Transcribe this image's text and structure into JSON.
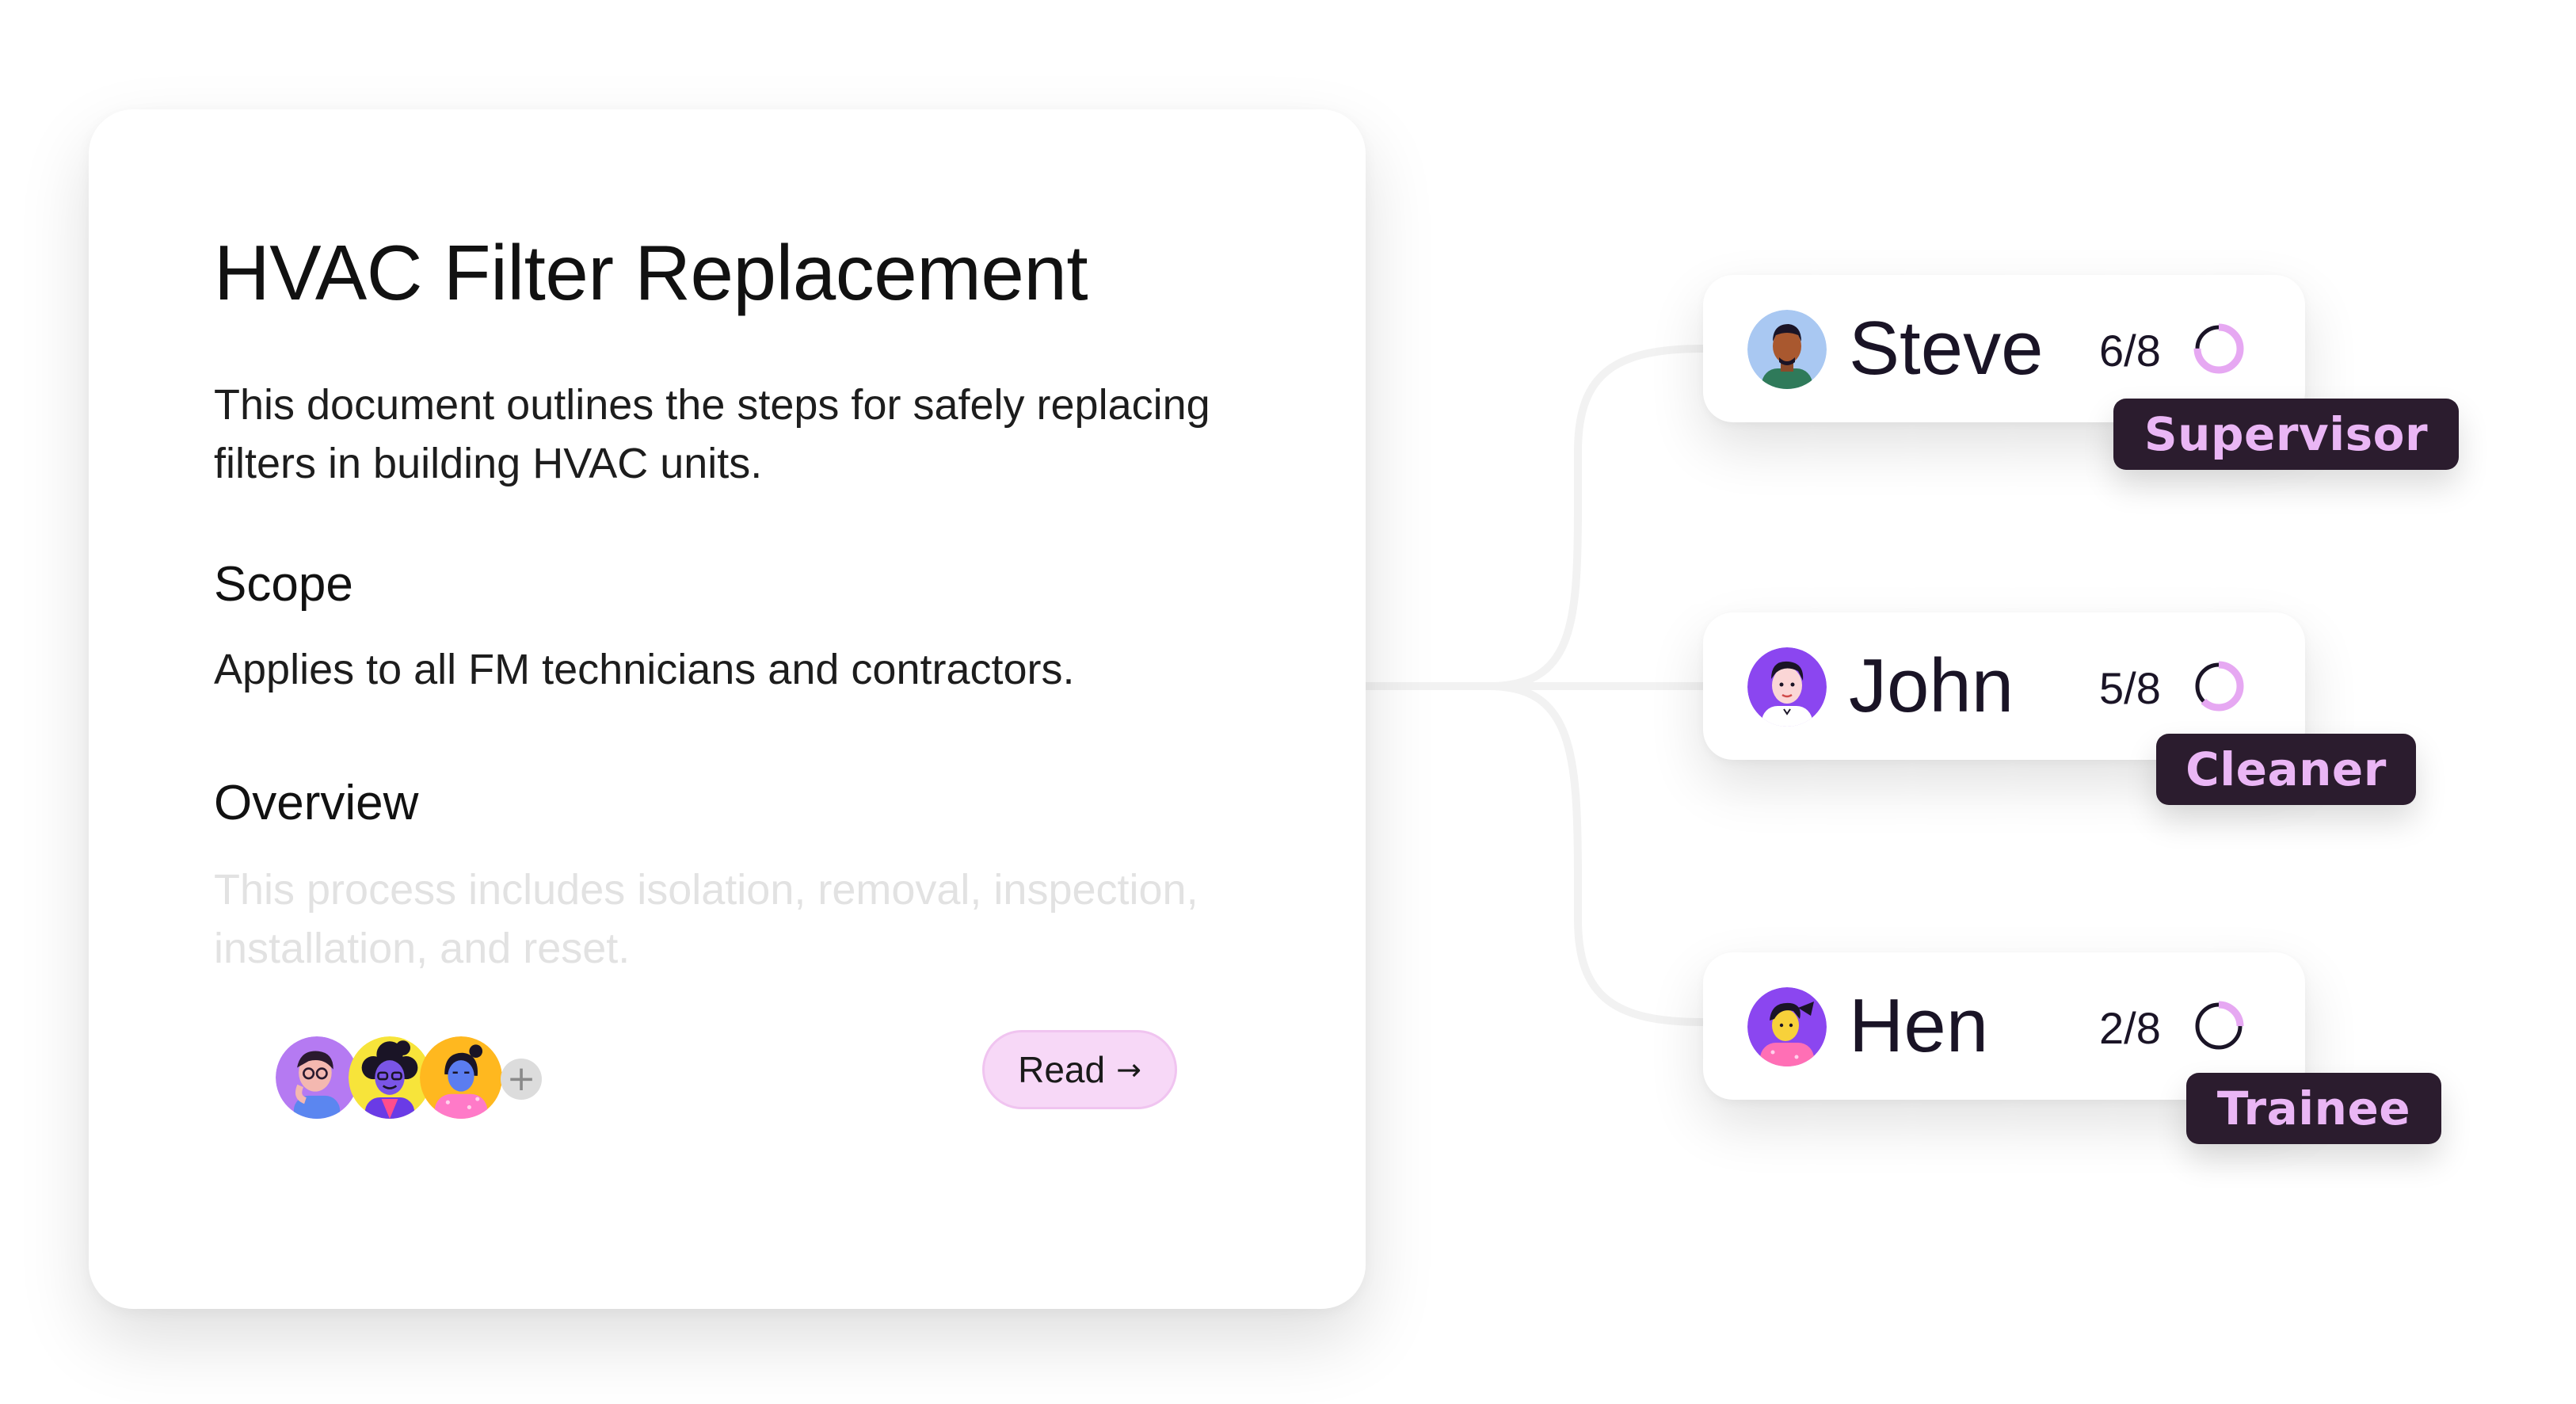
{
  "document": {
    "title": "HVAC Filter Replacement",
    "intro": "This document outlines the steps for safely replacing filters in building HVAC units.",
    "scope_heading": "Scope",
    "scope_text": "Applies to all FM technicians and contractors.",
    "overview_heading": "Overview",
    "overview_text": "This process includes isolation, removal, inspection, installation, and reset.",
    "avatars_more": "+",
    "read_button": {
      "label": "Read",
      "icon": "→"
    }
  },
  "assignees": [
    {
      "name": "Steve",
      "progress_label": "6/8",
      "progress": 0.75,
      "role": "Supervisor",
      "avatar_icon": "man-avatar-green-shirt"
    },
    {
      "name": "John",
      "progress_label": "5/8",
      "progress": 0.625,
      "role": "Cleaner",
      "avatar_icon": "man-avatar-purple-bg"
    },
    {
      "name": "Hen",
      "progress_label": "2/8",
      "progress": 0.25,
      "role": "Trainee",
      "avatar_icon": "woman-avatar-pink-shirt"
    }
  ],
  "colors": {
    "badge_bg": "#2b1c2e",
    "badge_text": "#eab6f5",
    "progress_fill": "#e6a8f2",
    "progress_track": "#1a1426",
    "read_button_bg": "#f7d8f7"
  }
}
